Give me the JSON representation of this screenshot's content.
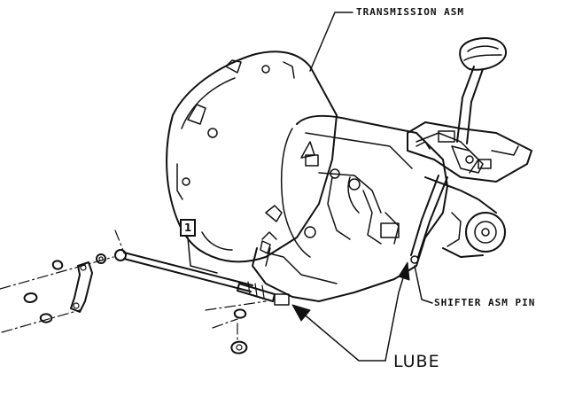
{
  "labels": {
    "transmission": "TRANSMISSION ASM",
    "shifter_pin": "SHIFTER ASM PIN",
    "lube": "LUBE",
    "callout": "1"
  },
  "colors": {
    "ink": "#111111",
    "paper": "#ffffff"
  }
}
